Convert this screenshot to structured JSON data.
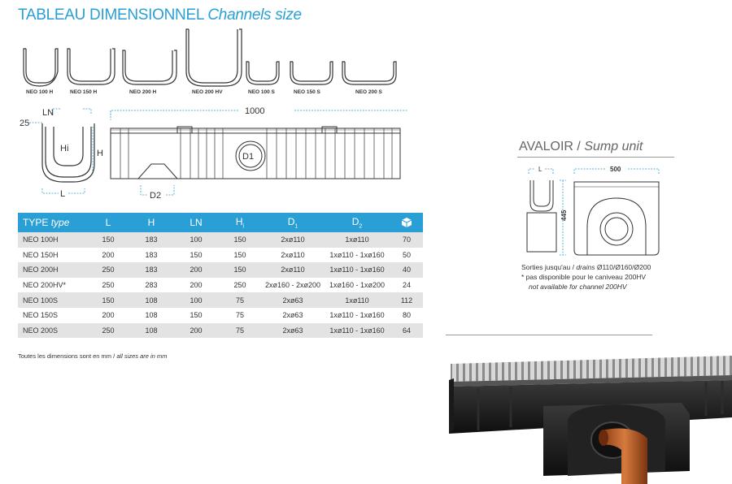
{
  "title": {
    "main": "TABLEAU DIMENSIONNEL",
    "sub": "Channels size"
  },
  "profiles": [
    {
      "label": "NEO 100 H"
    },
    {
      "label": "NEO 150 H"
    },
    {
      "label": "NEO 200 H"
    },
    {
      "label": "NEO 200 HV"
    },
    {
      "label": "NEO 100 S"
    },
    {
      "label": "NEO 150 S"
    },
    {
      "label": "NEO 200 S"
    }
  ],
  "diagram": {
    "ln": "LN",
    "num25": "25",
    "hi": "Hi",
    "h": "H",
    "l": "L",
    "length": "1000",
    "d1": "D1",
    "d2": "D2"
  },
  "table": {
    "headers": {
      "type": "TYPE",
      "type_en": "type",
      "l": "L",
      "h": "H",
      "ln": "LN",
      "hi": "H",
      "hi_sub": "i",
      "d1": "D",
      "d1_sub": "1",
      "d2": "D",
      "d2_sub": "2"
    },
    "rows": [
      {
        "type": "NEO 100H",
        "l": "150",
        "h": "183",
        "ln": "100",
        "hi": "150",
        "d1": "2xø110",
        "d2": "1xø110",
        "qty": "70"
      },
      {
        "type": "NEO 150H",
        "l": "200",
        "h": "183",
        "ln": "150",
        "hi": "150",
        "d1": "2xø110",
        "d2": "1xø110 - 1xø160",
        "qty": "50"
      },
      {
        "type": "NEO 200H",
        "l": "250",
        "h": "183",
        "ln": "200",
        "hi": "150",
        "d1": "2xø110",
        "d2": "1xø110 - 1xø160",
        "qty": "40"
      },
      {
        "type": "NEO 200HV*",
        "l": "250",
        "h": "283",
        "ln": "200",
        "hi": "250",
        "d1": "2xø160 - 2xø200",
        "d2": "1xø160 - 1xø200",
        "qty": "24"
      },
      {
        "type": "NEO 100S",
        "l": "150",
        "h": "108",
        "ln": "100",
        "hi": "75",
        "d1": "2xø63",
        "d2": "1xø110",
        "qty": "112"
      },
      {
        "type": "NEO 150S",
        "l": "200",
        "h": "108",
        "ln": "150",
        "hi": "75",
        "d1": "2xø63",
        "d2": "1xø110 - 1xø160",
        "qty": "80"
      },
      {
        "type": "NEO 200S",
        "l": "250",
        "h": "108",
        "ln": "200",
        "hi": "75",
        "d1": "2xø63",
        "d2": "1xø110 - 1xø160",
        "qty": "64"
      }
    ]
  },
  "note": {
    "fr": "Toutes les dimensions sont en mm /",
    "en": "all sizes are in mm"
  },
  "sump": {
    "title": "AVALOIR /",
    "title_en": "Sump unit",
    "l": "L",
    "width": "500",
    "height": "445",
    "line1": "Sorties jusqu'au /",
    "line1_en": "drains",
    "line1_vals": "Ø110/Ø160/Ø200",
    "line2": "*  pas disponible pour le caniveau 200HV",
    "line3": "not available for channel 200HV"
  },
  "colors": {
    "accent": "#2a9fd6",
    "row_alt": "#e3e3e3",
    "pipe": "#c0622a",
    "grating": "#c8c8c8"
  },
  "icons": {
    "qty_header": "box-icon"
  }
}
